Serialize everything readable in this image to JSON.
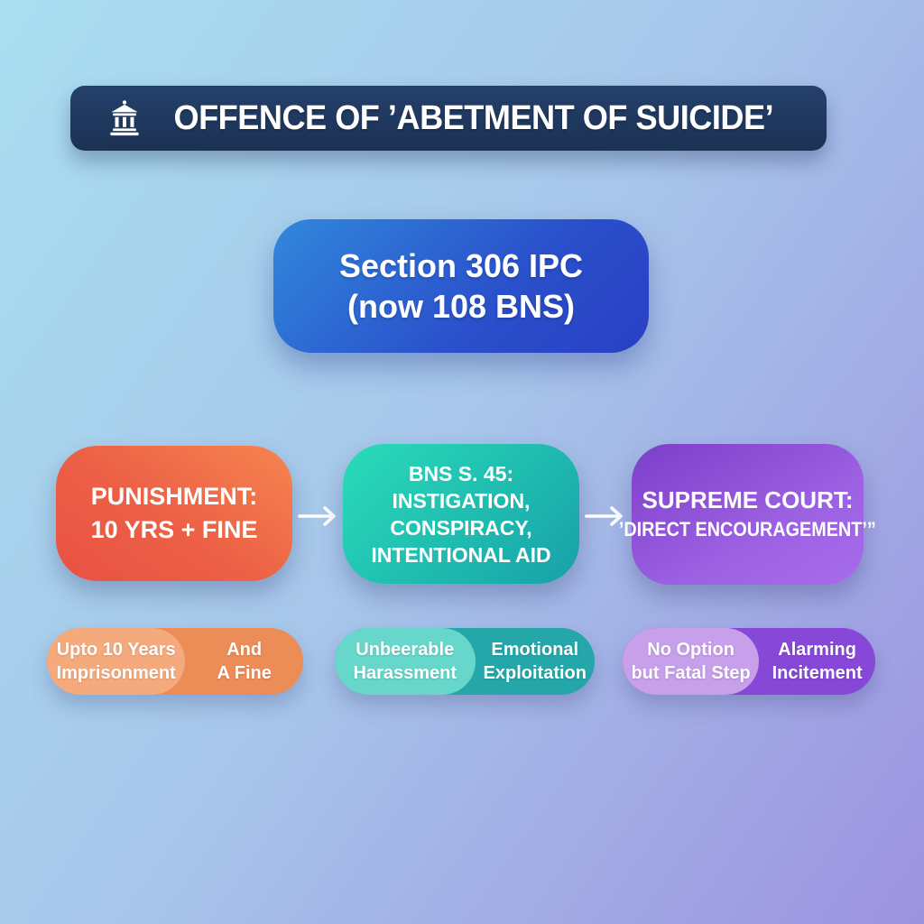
{
  "background": {
    "gradient_top_left": "#a9def0",
    "gradient_mid": "#a7c6ea",
    "gradient_bottom_right": "#9d92e0"
  },
  "header": {
    "icon": "courthouse-icon",
    "title": "OFFENCE OF ’ABETMENT OF SUICIDE’",
    "bg_color": "#1e3559",
    "text_color": "#ffffff"
  },
  "section_box": {
    "line1": "Section 306 IPC",
    "line2": "(now 108 BNS)",
    "gradient_start": "#3188dc",
    "gradient_end": "#2940c4"
  },
  "flow": {
    "arrow_color": "#ffffff",
    "boxes": [
      {
        "name": "punishment",
        "lines": [
          "PUNISHMENT:",
          "10 YRS + FINE"
        ],
        "gradient_start": "#f6854f",
        "gradient_end": "#e85243"
      },
      {
        "name": "bns-s45",
        "lines": [
          "BNS S. 45:",
          "INSTIGATION,",
          "CONSPIRACY,",
          "INTENTIONAL AID"
        ],
        "gradient_start": "#2adcb9",
        "gradient_end": "#18a0a8"
      },
      {
        "name": "supreme-court",
        "lines": [
          "SUPREME COURT:",
          "’DIRECT ENCOURAGEMENT’”"
        ],
        "gradient_start": "#7c3ec8",
        "gradient_end": "#a76cec"
      }
    ]
  },
  "pills": [
    {
      "name": "punishment-detail",
      "left": [
        "Upto 10 Years",
        "Imprisonment"
      ],
      "right": [
        "And",
        "A Fine"
      ],
      "base_color": "#ec8c57",
      "light_color": "#f4aa7d"
    },
    {
      "name": "harassment-detail",
      "left": [
        "Unbeerable",
        "Harassment"
      ],
      "right": [
        "Emotional",
        "Exploitation"
      ],
      "base_color": "#25a7aa",
      "light_color": "#66d7ca"
    },
    {
      "name": "incitement-detail",
      "left": [
        "No Option",
        "but Fatal Step"
      ],
      "right": [
        "Alarming",
        "Incitement"
      ],
      "base_color": "#8748d8",
      "light_color": "#c79fea"
    }
  ]
}
